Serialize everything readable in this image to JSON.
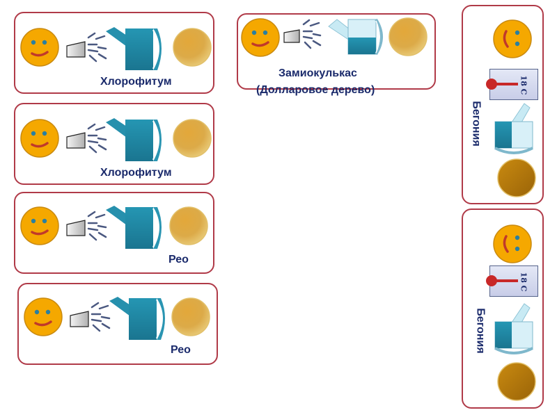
{
  "cards": [
    {
      "id": "card-1",
      "label": "Хлорофитум",
      "care": {
        "light": "bright",
        "spray": "yes",
        "watering": "full"
      }
    },
    {
      "id": "card-2",
      "label": "Хлорофитум",
      "care": {
        "light": "bright",
        "spray": "yes",
        "watering": "full"
      }
    },
    {
      "id": "card-3",
      "label": "Рео",
      "care": {
        "light": "bright",
        "spray": "yes",
        "watering": "full"
      }
    },
    {
      "id": "card-4",
      "label": "Рео",
      "care": {
        "light": "bright",
        "spray": "yes",
        "watering": "full"
      }
    },
    {
      "id": "card-5",
      "label_line1": "Замиокулькас",
      "label_line2": "(Долларовое дерево)",
      "care": {
        "light": "bright",
        "spray": "yes",
        "watering": "half"
      }
    },
    {
      "id": "card-6",
      "label": "Бегония",
      "temperature": "18 C",
      "care": {
        "light": "dim",
        "watering": "half"
      }
    },
    {
      "id": "card-7",
      "label": "Бегония",
      "temperature": "18 C",
      "care": {
        "light": "dim",
        "watering": "half"
      }
    }
  ],
  "icons": [
    "smiley-icon",
    "spray-bottle-icon",
    "watering-can-icon",
    "sun-disc-icon",
    "thermometer-icon"
  ],
  "colors": {
    "card_border": "#b03a48",
    "label_text": "#1a2a6b",
    "smiley_fill": "#f5a800",
    "can_fill": "#1f8aa8",
    "sun_fill": "#d9a22a"
  }
}
